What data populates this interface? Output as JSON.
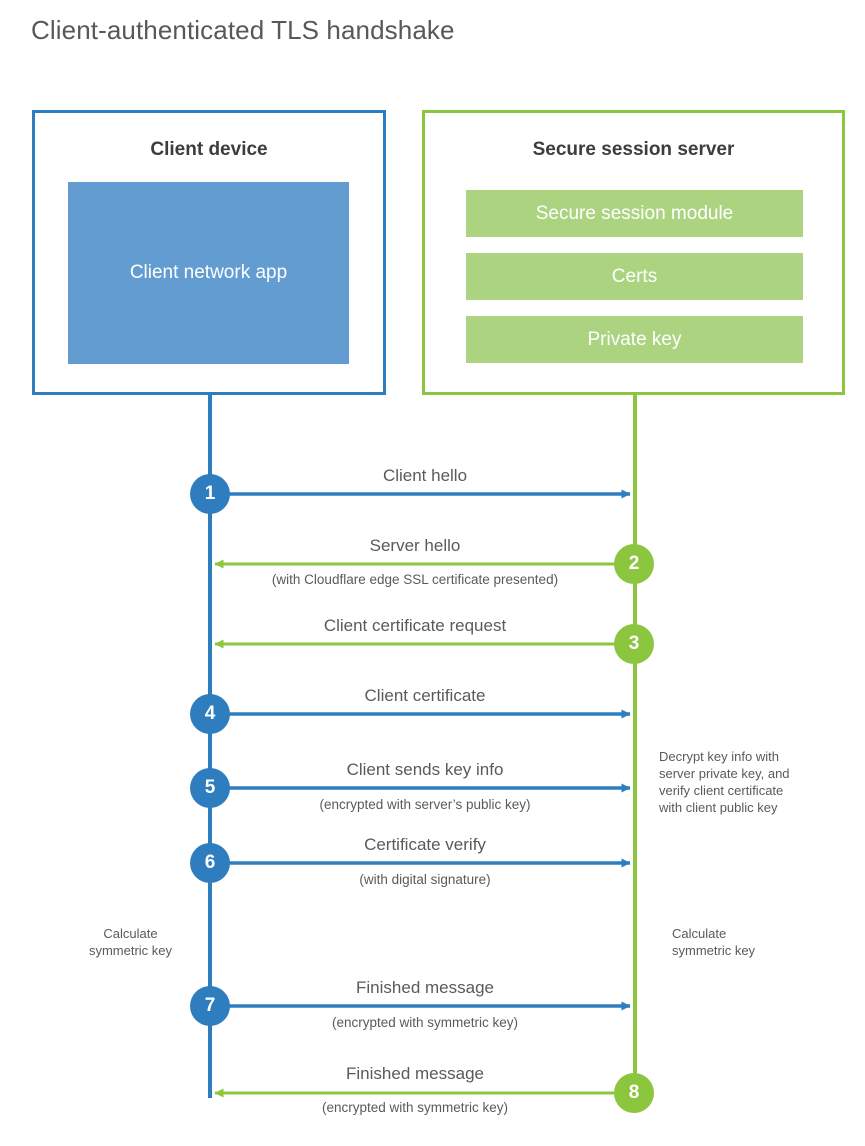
{
  "title": "Client-authenticated TLS handshake",
  "colors": {
    "client_blue": "#2E7EBF",
    "client_app_fill": "#629CD0",
    "server_green": "#8CC63F",
    "server_block_fill": "#ACD480",
    "text_gray": "#5a5a5a",
    "background": "#ffffff"
  },
  "client": {
    "title": "Client device",
    "app_label": "Client network app"
  },
  "server": {
    "title": "Secure session server",
    "blocks": [
      "Secure session module",
      "Certs",
      "Private key"
    ]
  },
  "steps": [
    {
      "number": "1",
      "side": "client",
      "direction": "right",
      "main": "Client hello",
      "sub": ""
    },
    {
      "number": "2",
      "side": "server",
      "direction": "left",
      "main": "Server hello",
      "sub": "(with Cloudflare edge SSL certificate presented)"
    },
    {
      "number": "3",
      "side": "server",
      "direction": "left",
      "main": "Client certificate request",
      "sub": ""
    },
    {
      "number": "4",
      "side": "client",
      "direction": "right",
      "main": "Client certificate",
      "sub": ""
    },
    {
      "number": "5",
      "side": "client",
      "direction": "right",
      "main": "Client sends key info",
      "sub": "(encrypted with server’s public key)"
    },
    {
      "number": "6",
      "side": "client",
      "direction": "right",
      "main": "Certificate verify",
      "sub": "(with digital signature)"
    },
    {
      "number": "7",
      "side": "client",
      "direction": "right",
      "main": "Finished message",
      "sub": "(encrypted with symmetric key)"
    },
    {
      "number": "8",
      "side": "server",
      "direction": "left",
      "main": "Finished message",
      "sub": "(encrypted with symmetric key)"
    }
  ],
  "notes": {
    "server_decrypt": "Decrypt key info with\nserver private key, and\nverify client certificate\nwith client public key",
    "client_calculate": "Calculate\nsymmetric key",
    "server_calculate": "Calculate\nsymmetric key"
  }
}
